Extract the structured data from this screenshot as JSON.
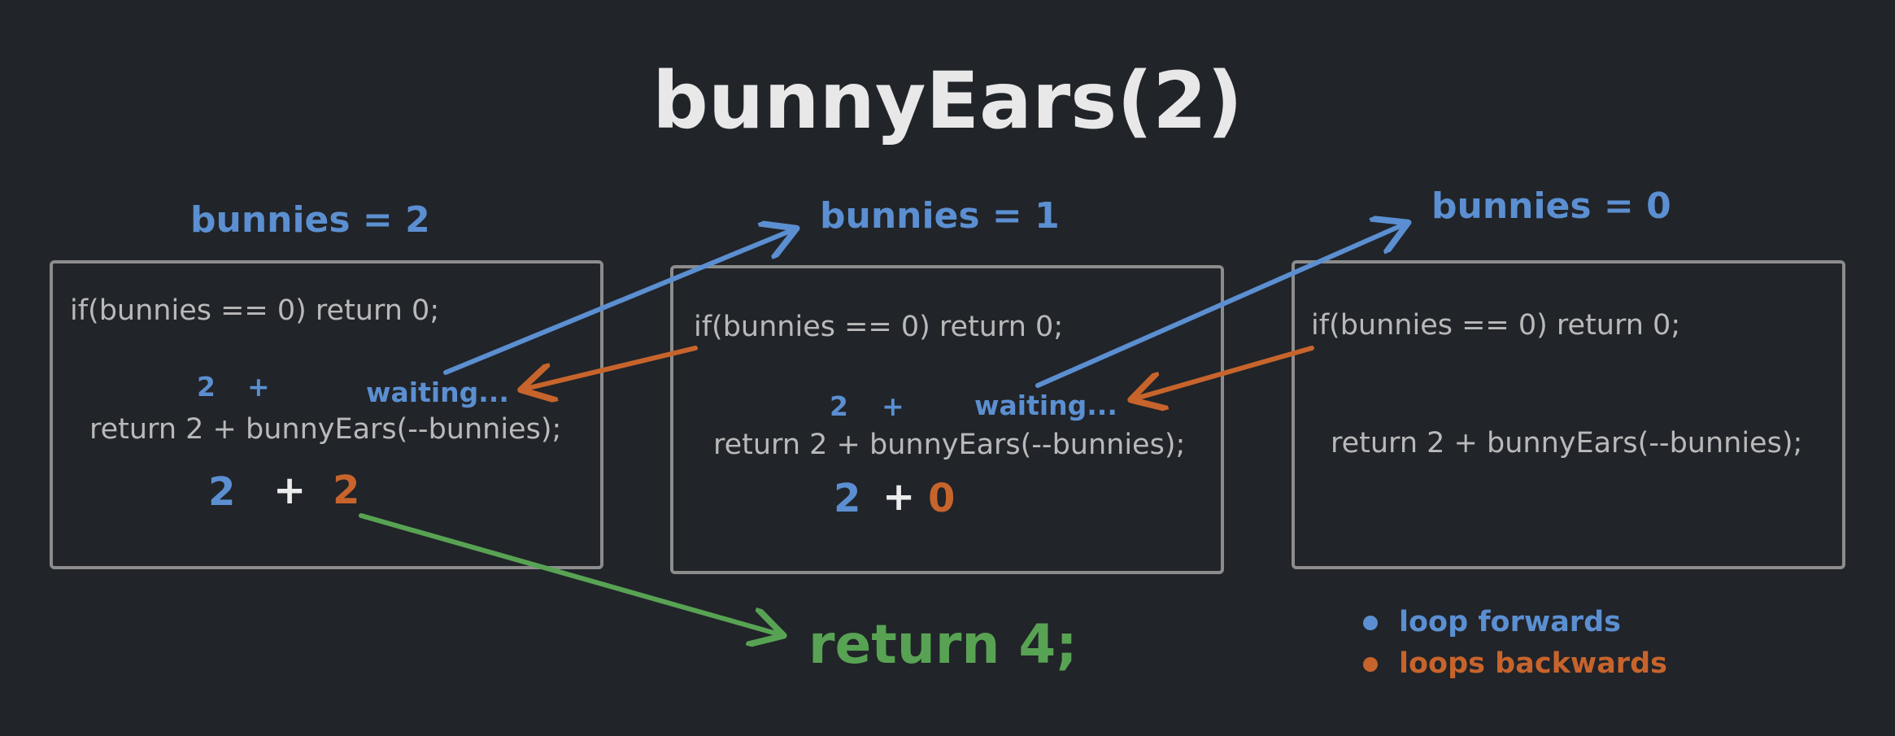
{
  "title": "bunnyEars(2)",
  "frames": [
    {
      "header": "bunnies = 2",
      "base_case": "if(bunnies == 0) return 0;",
      "pending_value": "2",
      "pending_plus": "+",
      "waiting": "waiting...",
      "recursive": "return 2 + bunnyEars(--bunnies);",
      "result_left": "2",
      "result_plus": "+",
      "result_right": "2"
    },
    {
      "header": "bunnies = 1",
      "base_case": "if(bunnies == 0) return 0;",
      "pending_value": "2",
      "pending_plus": "+",
      "waiting": "waiting...",
      "recursive": "return 2 + bunnyEars(--bunnies);",
      "result_left": "2",
      "result_plus": "+",
      "result_right": "0"
    },
    {
      "header": "bunnies = 0",
      "base_case": "if(bunnies == 0) return 0;",
      "recursive": "return 2 + bunnyEars(--bunnies);"
    }
  ],
  "final_return": "return 4;",
  "legend": [
    {
      "label": "loop forwards",
      "color": "#5b8fd1"
    },
    {
      "label": "loops backwards",
      "color": "#c7642c"
    }
  ],
  "colors": {
    "background": "#212429",
    "forward": "#5b8fd1",
    "backward": "#c7642c",
    "result": "#58a353",
    "frame_border": "#8c8c8c"
  }
}
